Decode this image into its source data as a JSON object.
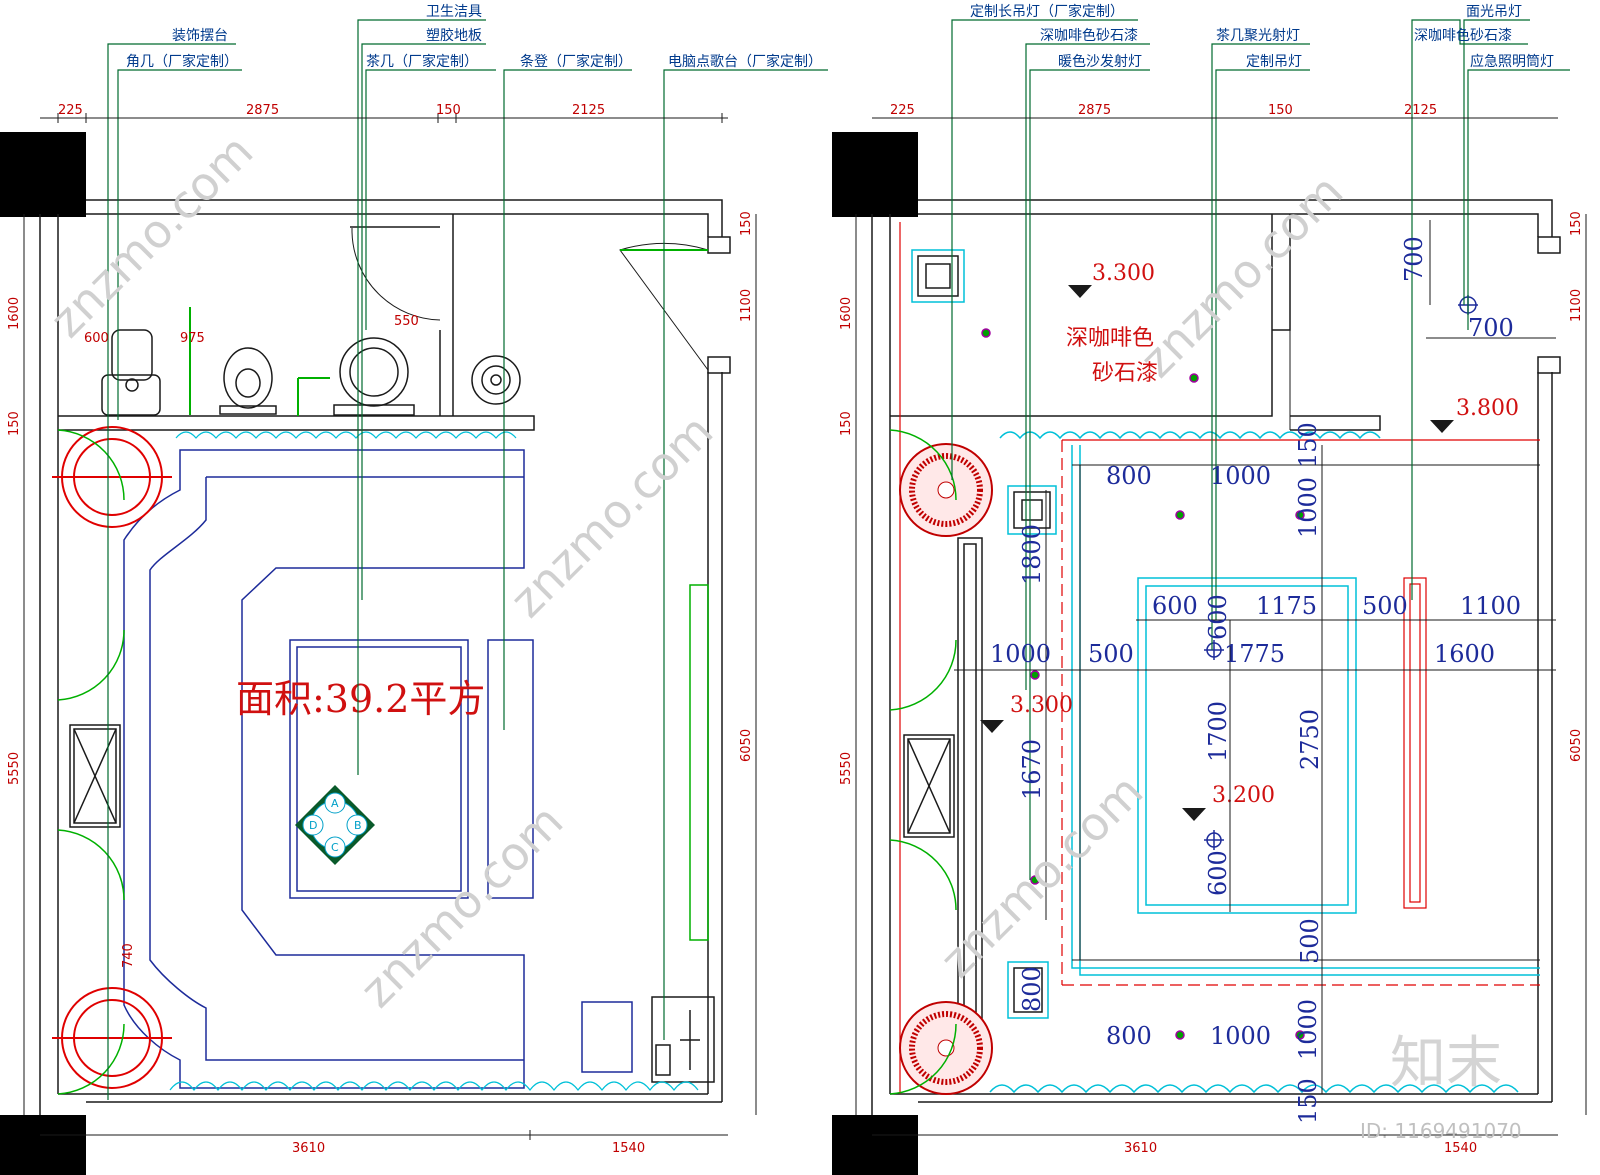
{
  "left_plan": {
    "callouts": [
      {
        "text": "装饰摆台"
      },
      {
        "text": "角几（厂家定制）"
      },
      {
        "text": "卫生洁具"
      },
      {
        "text": "塑胶地板"
      },
      {
        "text": "茶几（厂家定制）"
      },
      {
        "text": "条登（厂家定制）"
      },
      {
        "text": "电脑点歌台（厂家定制）"
      }
    ],
    "top_dims": [
      "225",
      "2875",
      "150",
      "2125"
    ],
    "bottom_dims": [
      "3610",
      "1540"
    ],
    "left_dims": [
      "1600",
      "150",
      "5550"
    ],
    "right_dims": [
      "150",
      "1100",
      "6050"
    ],
    "inner_dims": [
      "600",
      "975",
      "550",
      "740"
    ],
    "area_label": "面积:39.2平方",
    "table_letters": [
      "A",
      "B",
      "C",
      "D"
    ]
  },
  "right_plan": {
    "callouts": [
      {
        "text": "定制长吊灯（厂家定制）"
      },
      {
        "text": "深咖啡色砂石漆"
      },
      {
        "text": "暖色沙发射灯"
      },
      {
        "text": "茶几聚光射灯"
      },
      {
        "text": "定制吊灯"
      },
      {
        "text": "面光吊灯"
      },
      {
        "text": "深咖啡色砂石漆"
      },
      {
        "text": "应急照明筒灯"
      }
    ],
    "top_dims": [
      "225",
      "2875",
      "150",
      "2125"
    ],
    "bottom_dims": [
      "3610",
      "1540"
    ],
    "left_dims": [
      "1600",
      "150",
      "5550"
    ],
    "right_dims": [
      "150",
      "1100",
      "6050"
    ],
    "levels": [
      "3.300",
      "3.800",
      "3.300",
      "3.200"
    ],
    "material_note": [
      "深咖啡色",
      "砂石漆"
    ],
    "dims_blue": [
      "700",
      "700",
      "800",
      "1000",
      "150",
      "1000",
      "1800",
      "600",
      "600",
      "1175",
      "500",
      "1100",
      "1000",
      "500",
      "1775",
      "1600",
      "1700",
      "2750",
      "1670",
      "600",
      "500",
      "800",
      "1000",
      "1000",
      "150",
      "800"
    ]
  },
  "watermark": {
    "site": "znzmo.com",
    "brand": "知末",
    "id": "ID: 1169491070"
  },
  "colors": {
    "wall": "#1a1a1a",
    "furniture": "#1d2b9a",
    "leader": "#006a2e",
    "dimension": "#c00000",
    "cyan": "#00c0d8",
    "red_line": "#e00000"
  }
}
